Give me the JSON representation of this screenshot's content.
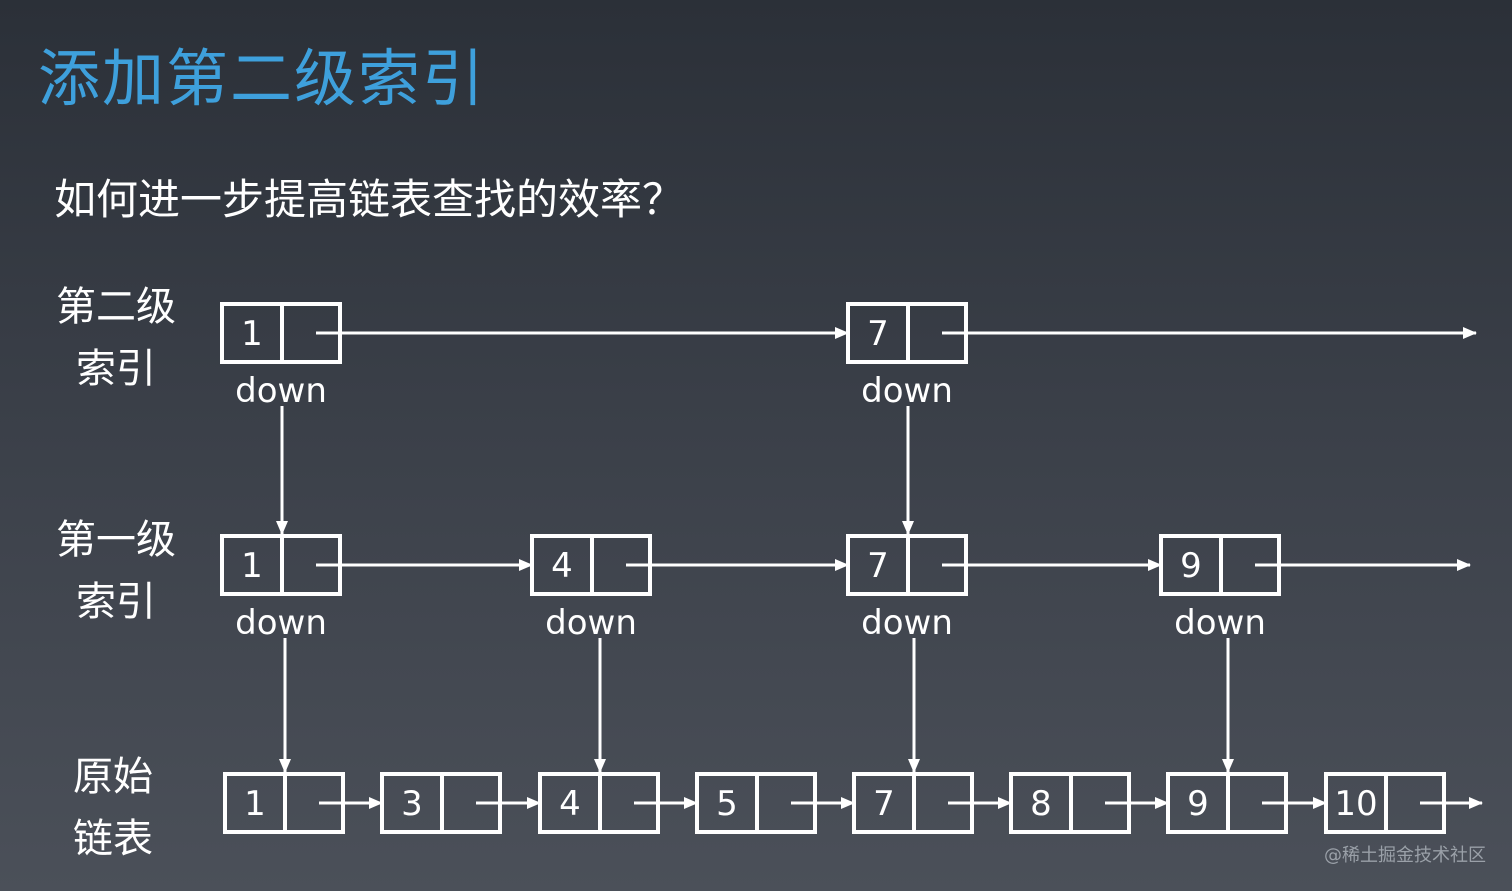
{
  "title": "添加第二级索引",
  "question": "如何进一步提高链表查找的效率？",
  "watermark": "@稀土掘金技术社区",
  "colors": {
    "title": "#3ea0dc",
    "stroke": "#ffffff",
    "background": "#2b3038"
  },
  "down_label": "down",
  "levels": [
    {
      "id": "level2",
      "label_lines": [
        "第二级",
        "索引"
      ],
      "nodes": [
        "1",
        "7"
      ],
      "down_links": true
    },
    {
      "id": "level1",
      "label_lines": [
        "第一级",
        "索引"
      ],
      "nodes": [
        "1",
        "4",
        "7",
        "9"
      ],
      "down_links": true
    },
    {
      "id": "base",
      "label_lines": [
        "原始",
        "链表"
      ],
      "nodes": [
        "1",
        "3",
        "4",
        "5",
        "7",
        "8",
        "9",
        "10"
      ],
      "down_links": false
    }
  ]
}
